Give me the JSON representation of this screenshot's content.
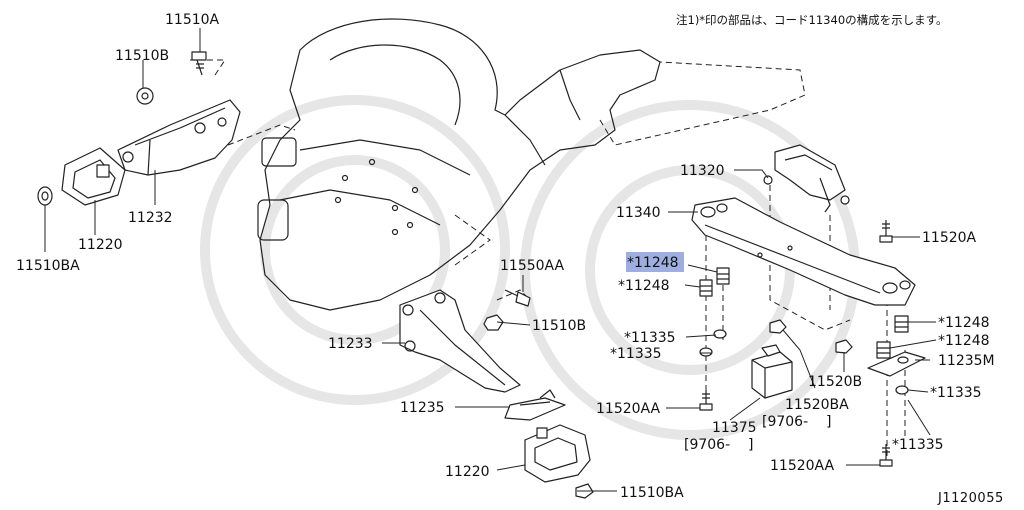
{
  "note": "注1)*印の部品は、コード11340の構成を示します。",
  "diagram_code": "J1120055",
  "highlight_color": "#7f93d6",
  "labels": {
    "p11510A": "11510A",
    "p11510B_top": "11510B",
    "p11232": "11232",
    "p11220_left": "11220",
    "p11510BA_left": "11510BA",
    "p11550AA": "11550AA",
    "p11510B_mid": "11510B",
    "p11233": "11233",
    "p11235": "11235",
    "p11220_bottom": "11220",
    "p11510BA_bottom": "11510BA",
    "p11320": "11320",
    "p11340": "11340",
    "p11248_highlight": "*11248",
    "p11248_left": "*11248",
    "p11520A": "11520A",
    "p11248_right1": "*11248",
    "p11248_right2": "*11248",
    "p11235M": "11235M",
    "p11335_left1": "*11335",
    "p11335_left2": "*11335",
    "p11335_right1": "*11335",
    "p11335_right2": "*11335",
    "p11520B": "11520B",
    "p11520BA": "11520BA",
    "p11520BA_date": "[9706-    ]",
    "p11375": "11375",
    "p11375_date": "[9706-    ]",
    "p11520AA_left": "11520AA",
    "p11520AA_right": "11520AA"
  }
}
